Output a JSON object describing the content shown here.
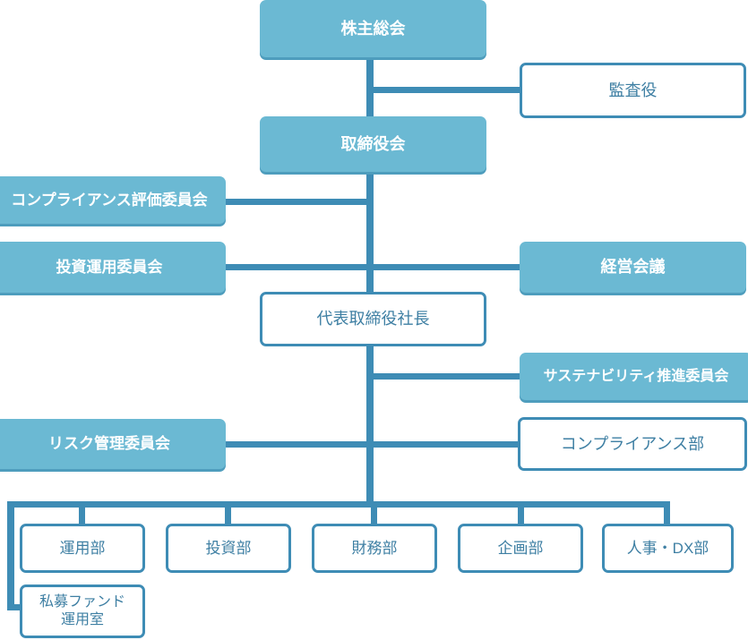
{
  "colors": {
    "fill": "#6bb9d3",
    "line": "#3e8cb5",
    "outline_text": "#3e7fa3",
    "filled_text": "#ffffff",
    "background": "#ffffff"
  },
  "nodes": {
    "shareholders_meeting": "株主総会",
    "auditor": "監査役",
    "board_of_directors": "取締役会",
    "compliance_evaluation_committee": "コンプライアンス評価委員会",
    "investment_management_committee": "投資運用委員会",
    "management_meeting": "経営会議",
    "president": "代表取締役社長",
    "sustainability_committee": "サステナビリティ推進委員会",
    "risk_management_committee": "リスク管理委員会",
    "compliance_department": "コンプライアンス部",
    "asset_management_department": "運用部",
    "private_fund_office": "私募ファンド\n運用室",
    "investment_department": "投資部",
    "finance_department": "財務部",
    "planning_department": "企画部",
    "hr_dx_department": "人事・DX部"
  }
}
